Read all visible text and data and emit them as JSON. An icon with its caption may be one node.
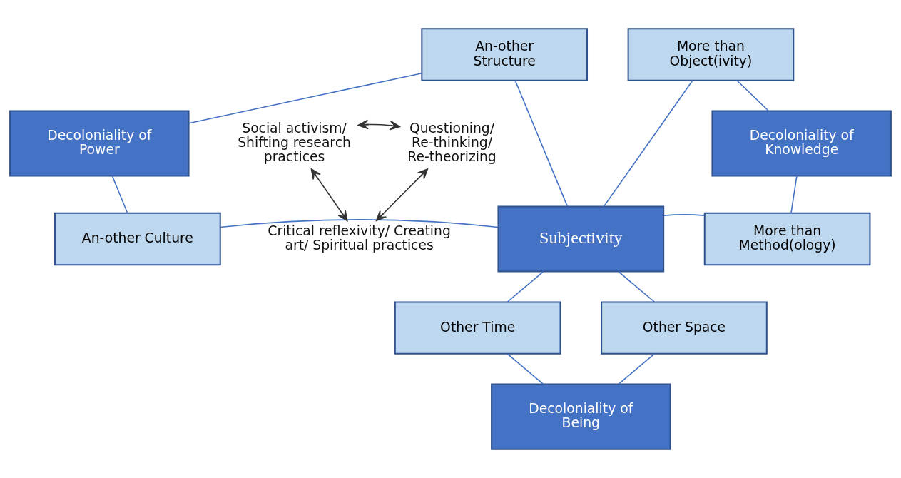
{
  "diagram": {
    "nodes": [
      {
        "text": [
          "An-other Structure"
        ]
      },
      {
        "text": [
          "More than Object(ivity)"
        ]
      },
      {
        "text": [
          "Decoloniality of Power"
        ]
      },
      {
        "text": [
          "Decoloniality of Knowledge"
        ]
      },
      {
        "text": [
          "An-other Culture"
        ]
      },
      {
        "text": [
          "Subjectivity"
        ]
      },
      {
        "text": [
          "More than Method(ology)"
        ]
      },
      {
        "text": [
          "Other Time"
        ]
      },
      {
        "text": [
          "Other Space"
        ]
      },
      {
        "text": [
          "Decoloniality of Being"
        ]
      },
      {
        "text": [
          "Social activism/ Shifting research practices"
        ]
      },
      {
        "text": [
          "Questioning/ Re-thinking/ Re-theorizing"
        ]
      },
      {
        "text": [
          "Critical reflexivity/ Creating art/ Spiritual practices"
        ]
      }
    ],
    "edges": [
      {
        "from": 2,
        "to": 0,
        "arrow": "none"
      },
      {
        "from": 0,
        "to": 5,
        "arrow": "none"
      },
      {
        "from": 1,
        "to": 3,
        "arrow": "none"
      },
      {
        "from": 1,
        "to": 5,
        "arrow": "none"
      },
      {
        "from": 2,
        "to": 4,
        "arrow": "none"
      },
      {
        "from": 4,
        "to": 5,
        "arrow": "none"
      },
      {
        "from": 3,
        "to": 6,
        "arrow": "none"
      },
      {
        "from": 5,
        "to": 6,
        "arrow": "none"
      },
      {
        "from": 5,
        "to": 7,
        "arrow": "none"
      },
      {
        "from": 5,
        "to": 8,
        "arrow": "none"
      },
      {
        "from": 7,
        "to": 9,
        "arrow": "none"
      },
      {
        "from": 8,
        "to": 9,
        "arrow": "none"
      },
      {
        "from": 10,
        "to": 11,
        "arrow": "both",
        "color": "#333333"
      },
      {
        "from": 10,
        "to": 12,
        "arrow": "both",
        "color": "#333333"
      },
      {
        "from": 12,
        "to": 11,
        "arrow": "both",
        "color": "#333333"
      }
    ]
  }
}
